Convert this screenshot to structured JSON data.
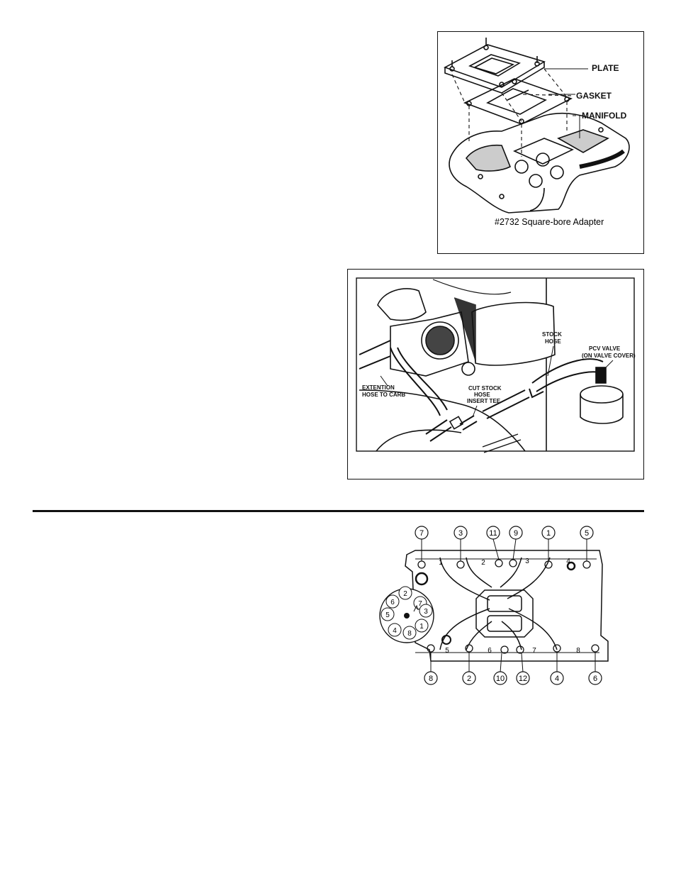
{
  "figure1": {
    "labels": {
      "plate": "PLATE",
      "gasket": "GASKET",
      "manifold": "MANIFOLD"
    },
    "caption": "#2732 Square-bore Adapter"
  },
  "figure2": {
    "labels": {
      "stock_hose": [
        "STOCK",
        "HOSE"
      ],
      "pcv_valve": [
        "PCV VALVE",
        "(ON VALVE COVER)"
      ],
      "extension_hose": [
        "EXTENTION",
        "HOSE TO CARB"
      ],
      "cut_stock_hose": [
        "CUT STOCK",
        "HOSE",
        "INSERT TEE"
      ]
    }
  },
  "figure3": {
    "bolt_sequence_top": [
      "7",
      "3",
      "11",
      "9",
      "1",
      "5"
    ],
    "bolt_sequence_bottom": [
      "8",
      "2",
      "10",
      "12",
      "4",
      "6"
    ],
    "port_numbers_top": [
      "1",
      "2",
      "3",
      "4"
    ],
    "port_numbers_bottom": [
      "5",
      "6",
      "7",
      "8"
    ],
    "firing_order_wheel": [
      "2",
      "7",
      "3",
      "1",
      "8",
      "4",
      "5",
      "6"
    ]
  }
}
